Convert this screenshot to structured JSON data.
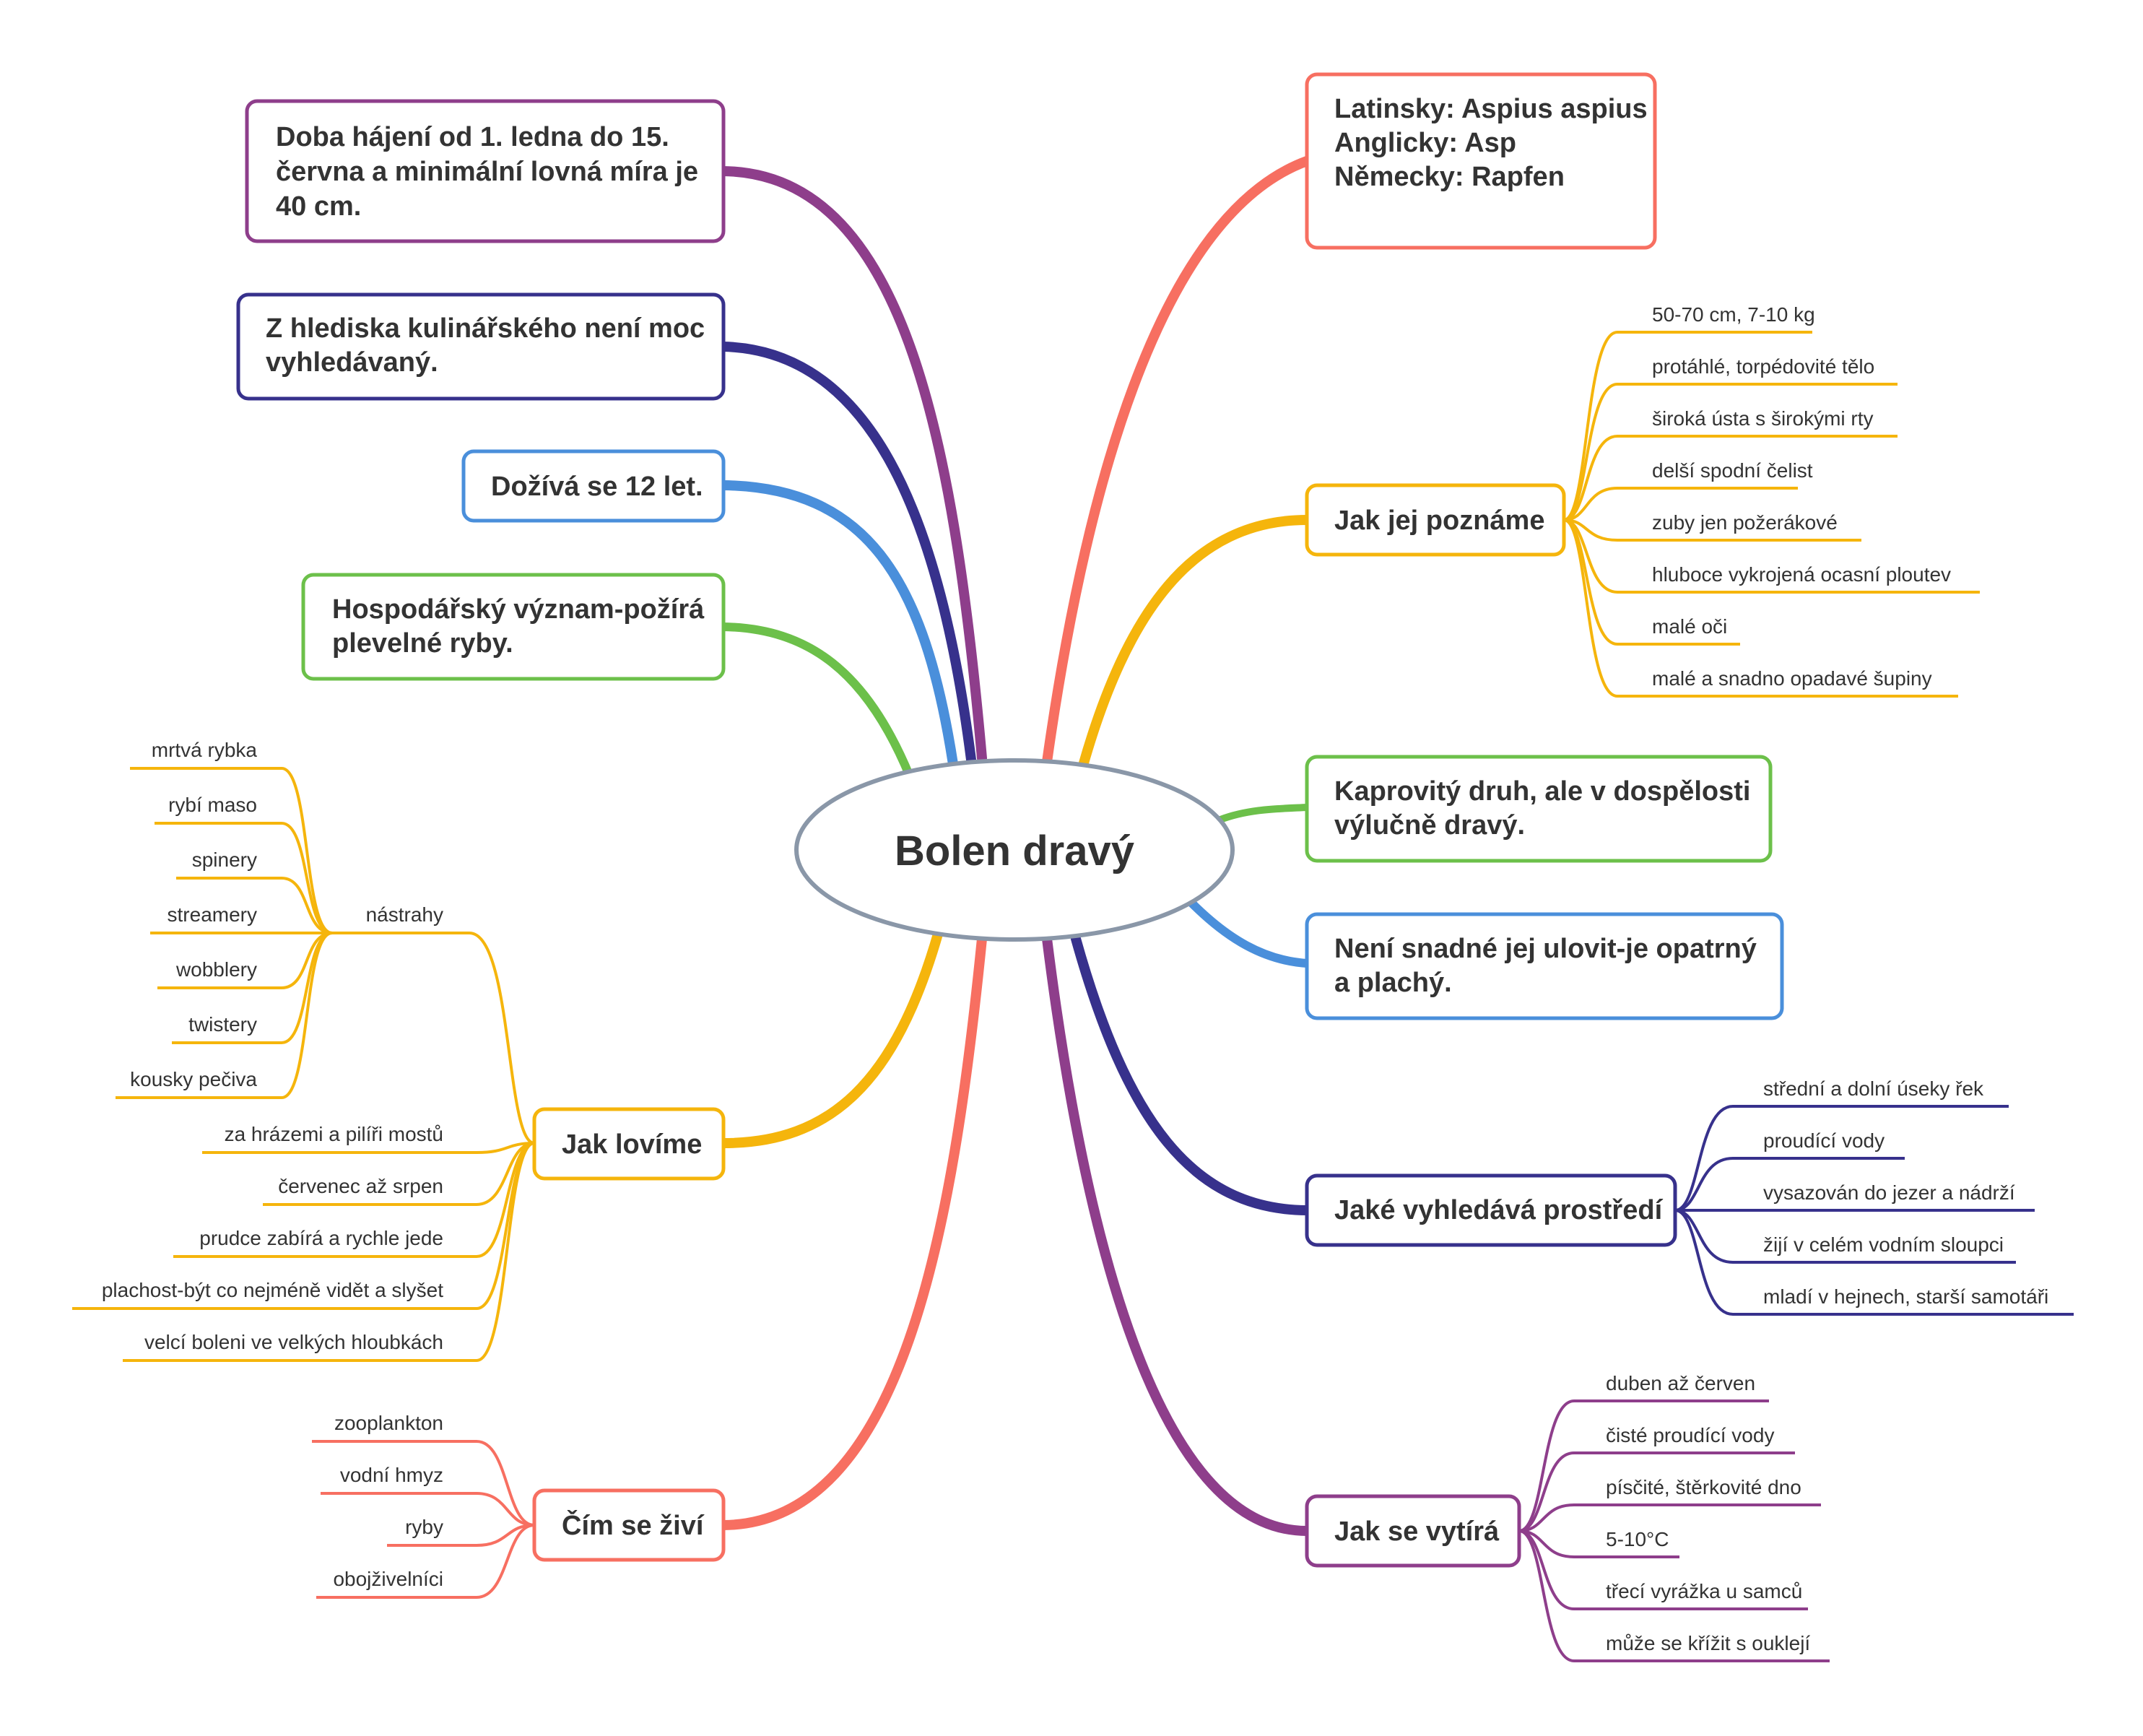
{
  "central": {
    "title": "Bolen dravý"
  },
  "colors": {
    "red": "#f76f61",
    "orange": "#f5b50c",
    "green": "#6cc04a",
    "blue": "#4a8fdb",
    "indigo": "#37318c",
    "purple": "#8e3e8b",
    "central_border": "#8a97a8"
  },
  "topics": {
    "names": {
      "title": "Latinsky: Aspius aspius",
      "lines": [
        "Latinsky: Aspius aspius",
        "Anglicky: Asp",
        "Německy: Rapfen"
      ]
    },
    "jak_jej_pozname": {
      "title": "Jak jej poznáme",
      "items": [
        "50-70 cm, 7-10 kg",
        "protáhlé, torpédovité tělo",
        "široká ústa s širokými rty",
        "delší spodní čelist",
        "zuby jen požerákové",
        "hluboce vykrojená ocasní ploutev",
        "malé oči",
        "malé a snadno opadavé šupiny"
      ]
    },
    "kaprovity": {
      "lines": [
        "Kaprovitý druh, ale v dospělosti",
        "výlučně dravý."
      ]
    },
    "neni_snadne": {
      "lines": [
        "Není snadné jej ulovit-je opatrný",
        "a plachý."
      ]
    },
    "prostredi": {
      "title": "Jaké vyhledává prostředí",
      "items": [
        "střední a dolní úseky řek",
        "proudící vody",
        "vysazován do jezer a nádrží",
        "žijí v celém vodním sloupci",
        "mladí v hejnech, starší samotáři"
      ]
    },
    "vytira": {
      "title": "Jak se vytírá",
      "items": [
        "duben až červen",
        "čisté proudící vody",
        "písčité, štěrkovité dno",
        "5-10°C",
        "třecí vyrážka u samců",
        "může se křížit s ouklejí"
      ]
    },
    "hajeni": {
      "lines": [
        "Doba hájení od 1. ledna do 15.",
        "června a minimální lovná míra je",
        "40 cm."
      ]
    },
    "kulinarsky": {
      "lines": [
        "Z hlediska kulinářského není moc",
        "vyhledávaný."
      ]
    },
    "doziva": {
      "title": "Dožívá se 12 let."
    },
    "hospodarsky": {
      "lines": [
        "Hospodářský význam-požírá",
        "plevelné ryby."
      ]
    },
    "jak_lovime": {
      "title": "Jak lovíme",
      "nastrahy": {
        "label": "nástrahy",
        "items": [
          "mrtvá rybka",
          "rybí maso",
          "spinery",
          "streamery",
          "wobblery",
          "twistery",
          "kousky pečiva"
        ]
      },
      "items": [
        "za hrázemi a pilíři mostů",
        "červenec až srpen",
        "prudce zabírá a rychle jede",
        "plachost-být co nejméně vidět a slyšet",
        "velcí boleni ve velkých hloubkách"
      ]
    },
    "cim_se_zivi": {
      "title": "Čím se živí",
      "items": [
        "zooplankton",
        "vodní hmyz",
        "ryby",
        "obojživelníci"
      ]
    }
  }
}
